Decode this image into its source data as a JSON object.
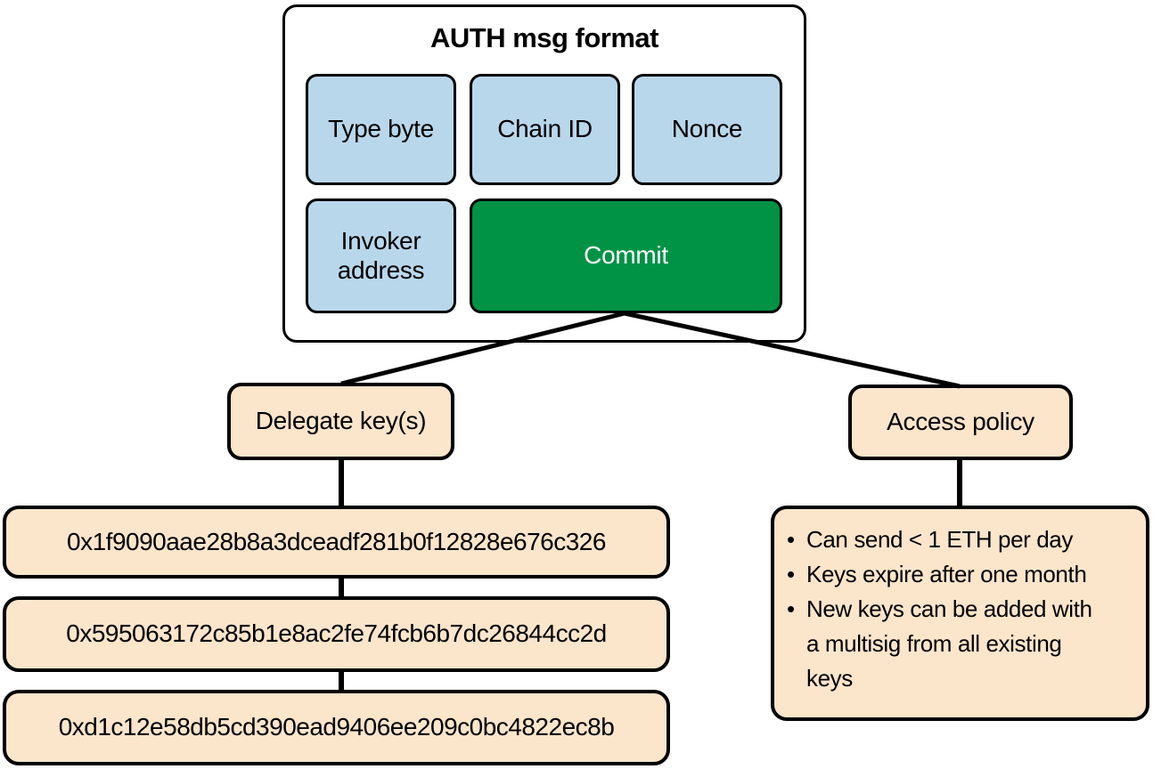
{
  "auth_box": {
    "title": "AUTH msg format",
    "fields": {
      "type_byte": "Type byte",
      "chain_id": "Chain ID",
      "nonce": "Nonce",
      "invoker_address": "Invoker address",
      "commit": "Commit"
    }
  },
  "delegate": {
    "label": "Delegate key(s)",
    "keys": [
      "0x1f9090aae28b8a3dceadf281b0f12828e676c326",
      "0x595063172c85b1e8ac2fe74fcb6b7dc26844cc2d",
      "0xd1c12e58db5cd390ead9406ee209c0bc4822ec8b"
    ]
  },
  "access_policy": {
    "label": "Access policy",
    "rules": [
      "Can send < 1 ETH per day",
      "Keys expire after one month",
      "New keys can be added with\na multisig from all existing\nkeys"
    ]
  },
  "colors": {
    "field_blue": "#b9d7eb",
    "commit_green": "#009245",
    "node_peach": "#fbe5cb",
    "line_black": "#000000"
  }
}
